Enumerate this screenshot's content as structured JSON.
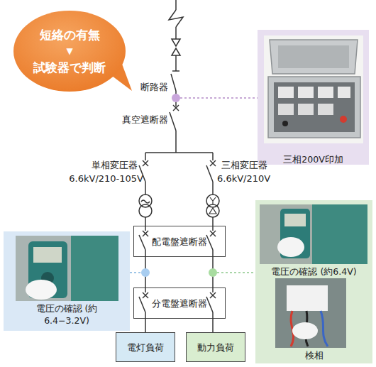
{
  "diagram": {
    "nodes": [
      {
        "text": [
          "短絡の有無",
          "▼",
          "試験器で判断"
        ]
      },
      {
        "text": [
          "三相200V印加"
        ]
      },
      {
        "text": [
          "配電盤遮断器"
        ]
      },
      {
        "text": [
          "分電盤遮断器"
        ]
      },
      {
        "text": [
          "電灯負荷"
        ]
      },
      {
        "text": [
          "動力負荷"
        ]
      },
      {
        "text": [
          "電圧の確認 (約6.4−3.2V)"
        ]
      },
      {
        "text": [
          "電圧の確認 (約6.4V)",
          "検相"
        ]
      }
    ],
    "edges": [
      {
        "from": 2,
        "to": 3,
        "arrow": "none"
      },
      {
        "from": 2,
        "to": 3,
        "arrow": "none"
      },
      {
        "from": 3,
        "to": 4,
        "arrow": "none"
      },
      {
        "from": 3,
        "to": 5,
        "arrow": "none"
      }
    ],
    "labels": [
      "断路器",
      "真空遮断器",
      "単相変圧器",
      "6.6kV/210-105V",
      "三相変圧器",
      "6.6kV/210V"
    ]
  }
}
